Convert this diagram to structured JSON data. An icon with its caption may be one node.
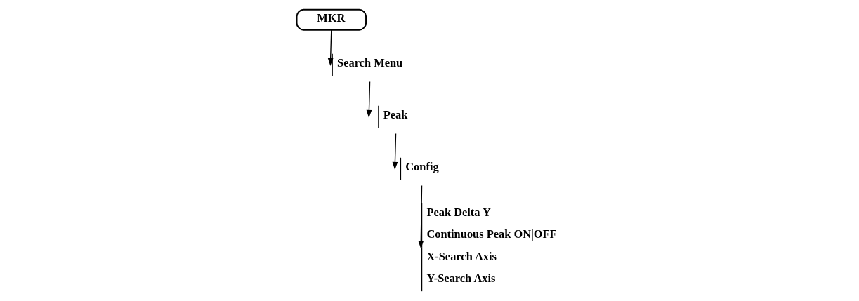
{
  "diagram": {
    "nodes": [
      {
        "text": [
          "MKR"
        ]
      },
      {
        "text": [
          "Search Menu"
        ]
      },
      {
        "text": [
          "Peak"
        ]
      },
      {
        "text": [
          "Config"
        ]
      },
      {
        "text": [
          "Peak Delta Y",
          "Continuous Peak ON|OFF",
          "X-Search Axis",
          "Y-Search Axis"
        ]
      }
    ],
    "edges": [
      {
        "from": 0,
        "to": 1,
        "arrow": "to"
      },
      {
        "from": 1,
        "to": 2,
        "arrow": "to"
      },
      {
        "from": 2,
        "to": 3,
        "arrow": "to"
      },
      {
        "from": 3,
        "to": 4,
        "arrow": "to"
      }
    ]
  }
}
